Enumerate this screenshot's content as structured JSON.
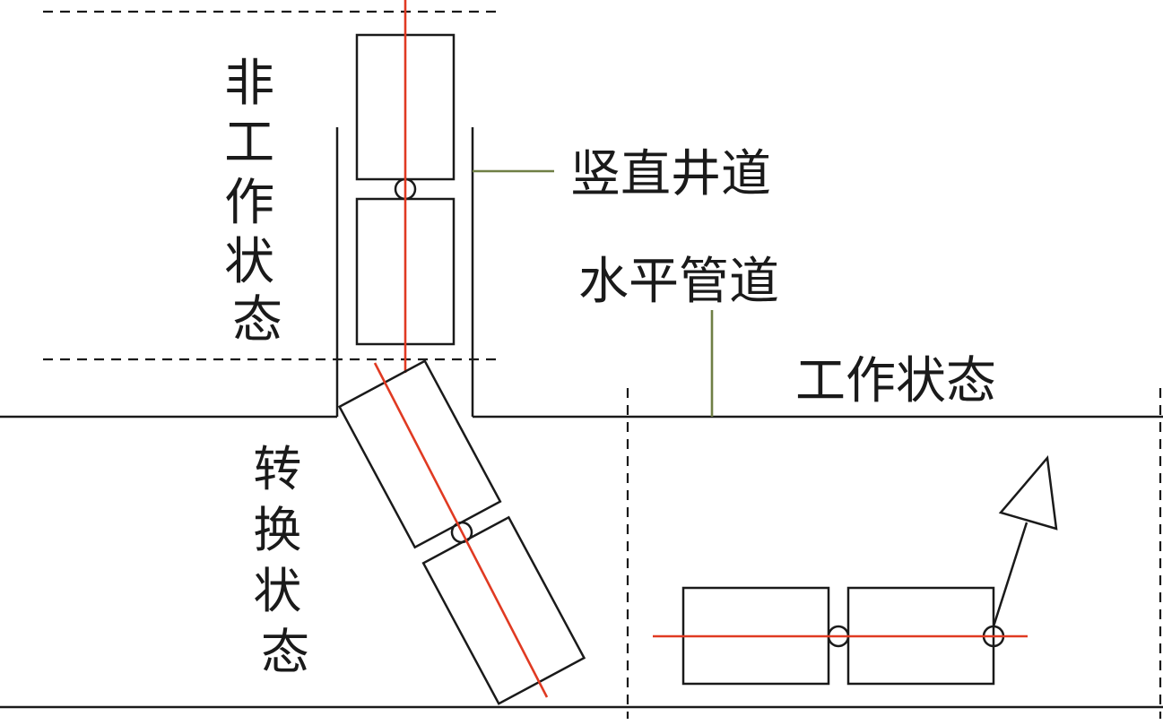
{
  "labels": {
    "non_working_state": "非工作状态",
    "vertical_shaft": "竖直井道",
    "horizontal_pipe": "水平管道",
    "working_state": "工作状态",
    "transition_state": "转换状态"
  },
  "colors": {
    "axis_line": "#e03a22",
    "leader_line": "#6f7f45",
    "outline": "#1a1a1a"
  },
  "icons": {
    "arrow": "hollow-triangle-arrow"
  }
}
